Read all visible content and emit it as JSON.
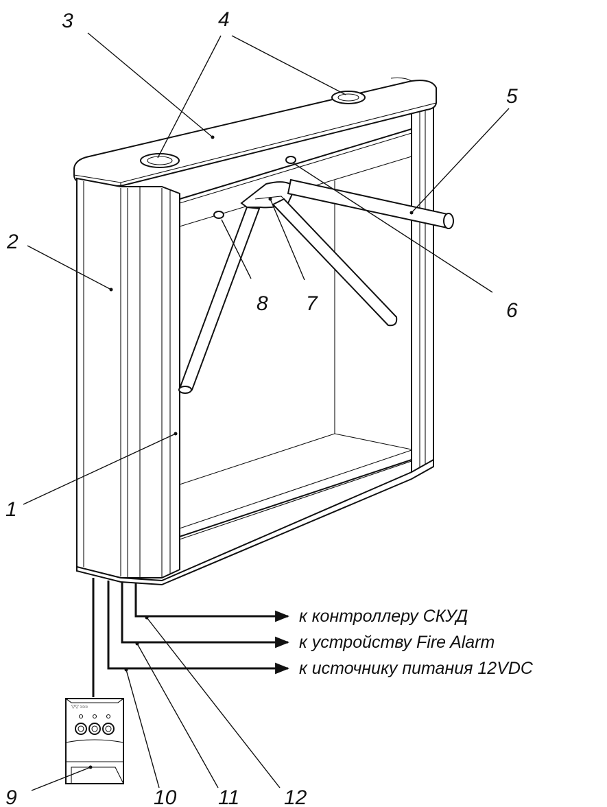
{
  "callouts": {
    "n1": "1",
    "n2": "2",
    "n3": "3",
    "n4": "4",
    "n5": "5",
    "n6": "6",
    "n7": "7",
    "n8": "8",
    "n9": "9",
    "n10": "10",
    "n11": "11",
    "n12": "12"
  },
  "destinations": {
    "controller": "к контроллеру СКУД",
    "fire_alarm": "к устройству Fire Alarm",
    "power": "к источнику питания 12VDC"
  },
  "icons": {
    "turnstile": "tripod-turnstile-illustration",
    "remote": "remote-control-panel",
    "arrow": "arrow-right-icon"
  },
  "colors": {
    "line": "#111111",
    "background": "#ffffff"
  }
}
